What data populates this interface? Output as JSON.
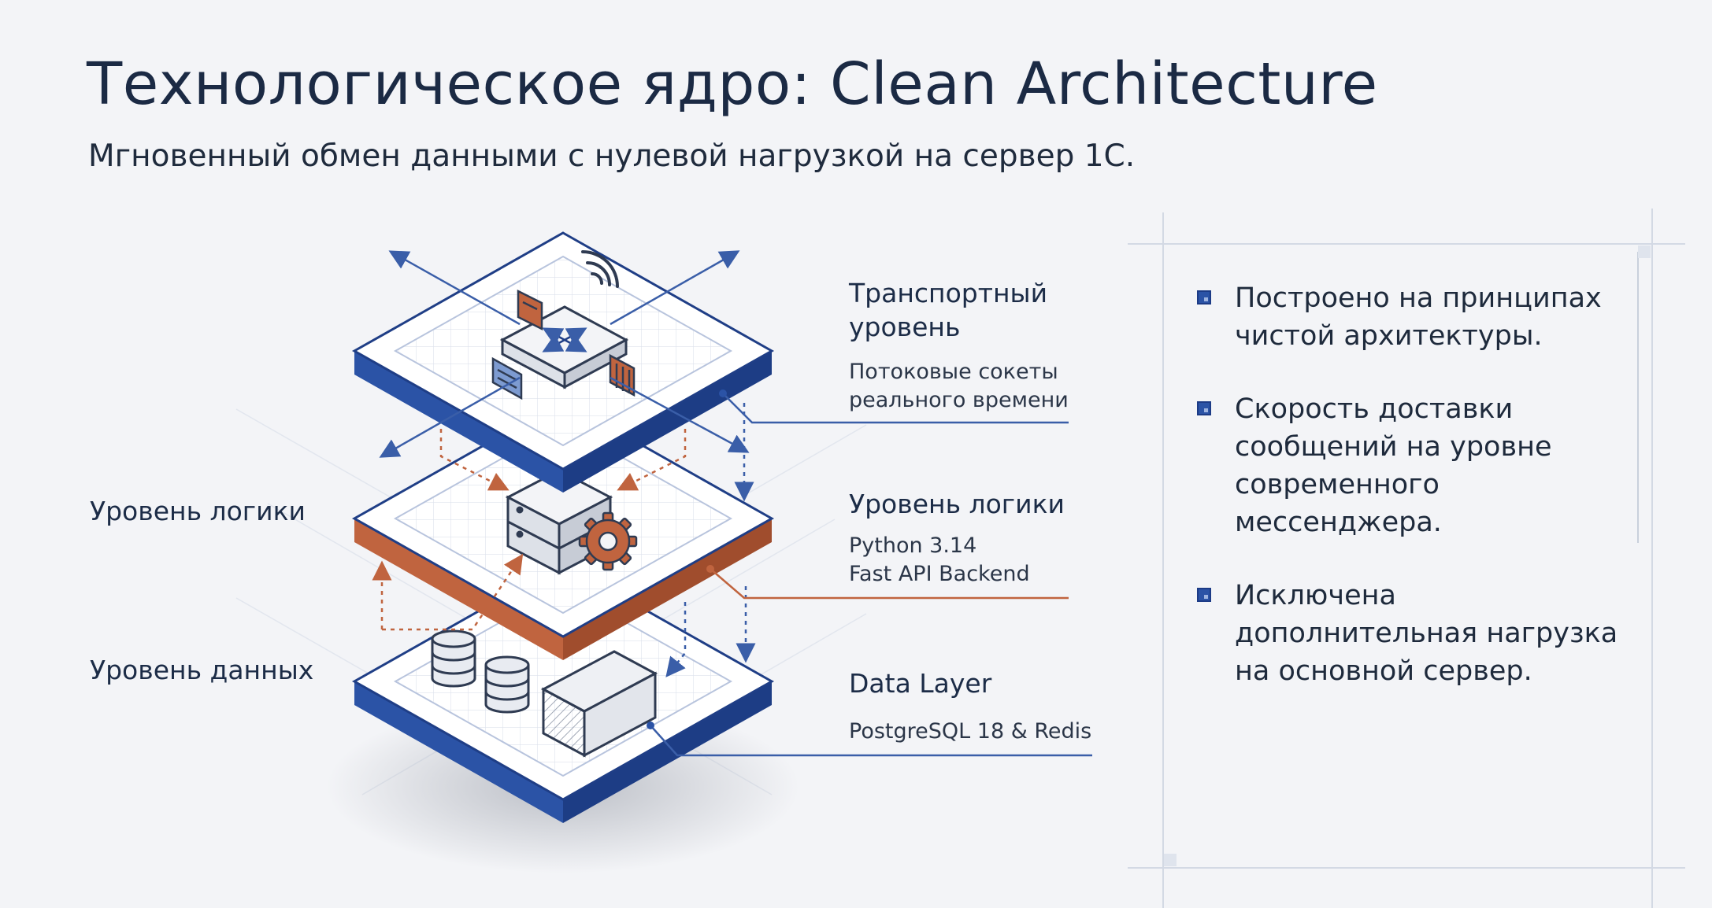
{
  "title": "Технологическое ядро: Clean Architecture",
  "subtitle": "Мгновенный обмен данными с нулевой нагрузкой на сервер 1С.",
  "layers": {
    "transport": {
      "title_line1": "Транспортный",
      "title_line2": "уровень",
      "desc_line1": "Потоковые сокеты",
      "desc_line2": "реального времени"
    },
    "logic": {
      "title": "Уровень логики",
      "desc_line1": "Python 3.14",
      "desc_line2": "Fast API Backend",
      "left_label": "Уровень логики"
    },
    "data": {
      "title": "Data Layer",
      "desc": "PostgreSQL 18 & Redis",
      "left_label": "Уровень данных"
    }
  },
  "bullets": [
    "Построено на принципах чистой архитектуры.",
    "Скорость доставки сообщений на уровне современного мессенджера.",
    "Исключена дополнительная нагрузка на основной сервер."
  ],
  "colors": {
    "accent_blue": "#2b53a6",
    "accent_orange": "#c0643f",
    "text_dark": "#1b2a44",
    "background": "#f3f4f7"
  },
  "icons": [
    "router-icon",
    "wifi-icon",
    "server-icon",
    "gear-icon",
    "database-icon",
    "storage-block-icon"
  ]
}
